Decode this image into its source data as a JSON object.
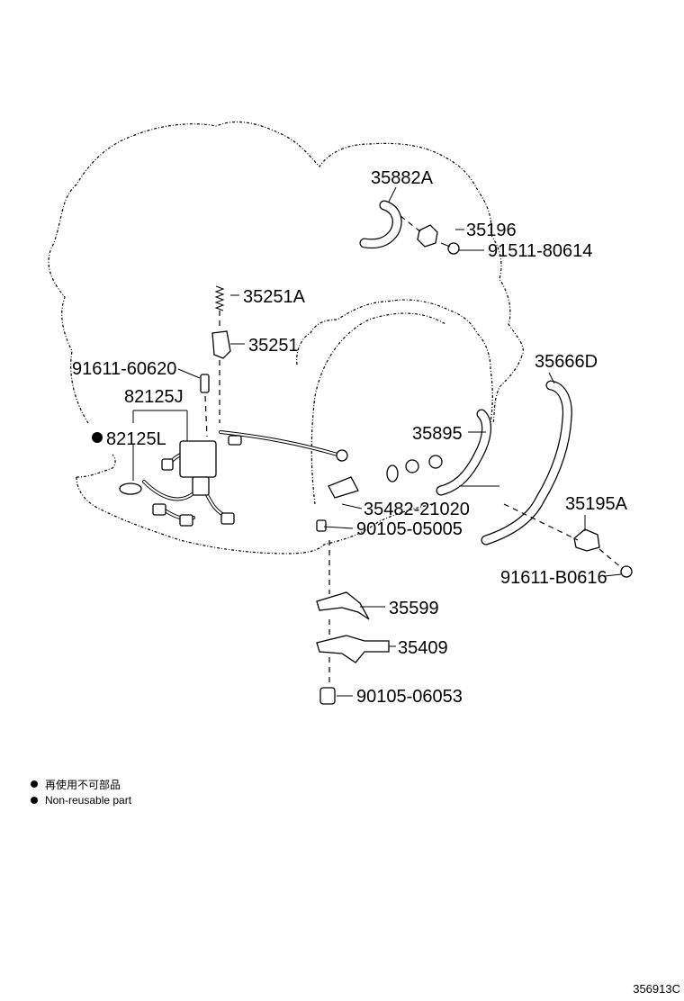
{
  "parts": {
    "p35882A": "35882A",
    "p35196": "35196",
    "p91511_80614": "91511-80614",
    "p35251A": "35251A",
    "p35251": "35251",
    "p91611_60620": "91611-60620",
    "p82125J": "82125J",
    "p82125L": "82125L",
    "p35666D": "35666D",
    "p35895": "35895",
    "p35482_21020": "35482-21020",
    "p90105_05005": "90105-05005",
    "p35195A": "35195A",
    "p91611_B0616": "91611-B0616",
    "p35599": "35599",
    "p35409": "35409",
    "p90105_06053": "90105-06053"
  },
  "legend": {
    "symbol": "black-dot",
    "japanese": "再使用不可部品",
    "english": "Non-reusable part"
  },
  "diagram_id": "356913C",
  "colors": {
    "ink": "#000000",
    "paper": "#ffffff"
  }
}
